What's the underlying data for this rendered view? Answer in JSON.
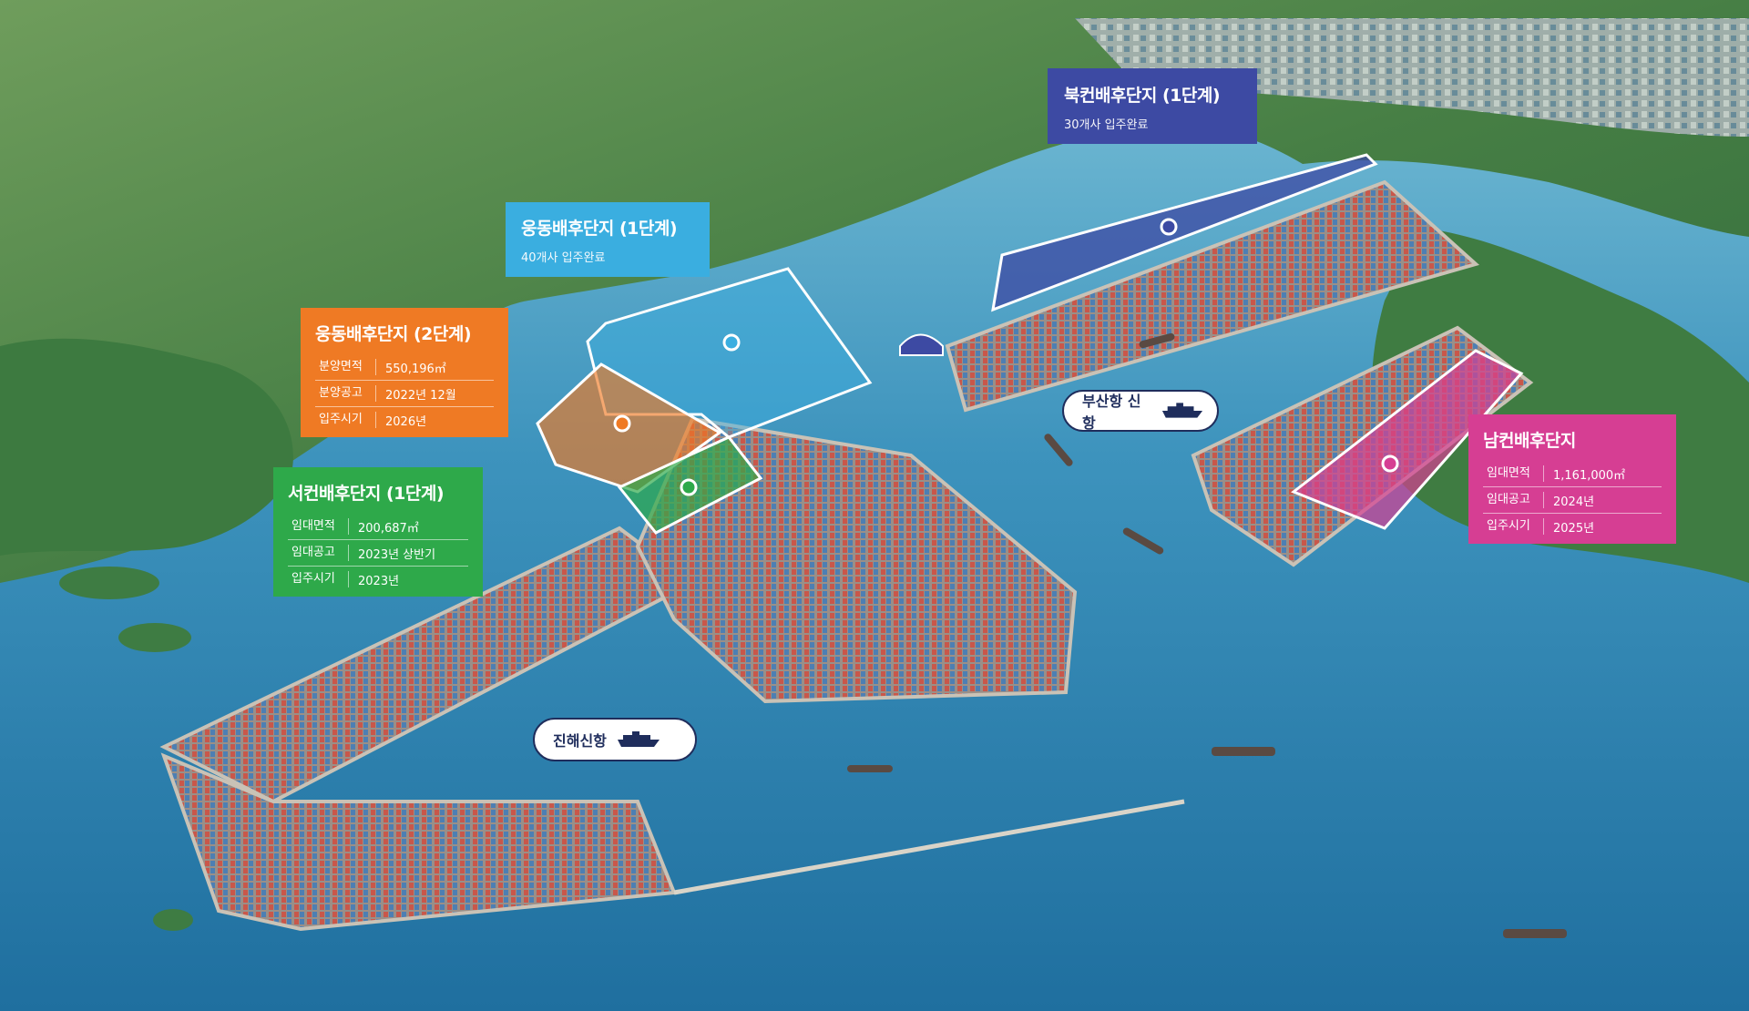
{
  "colors": {
    "sea": "#2f86b5",
    "land": "#4f8a4a",
    "blue_zone": "#3d4aa3",
    "skyblue_zone": "#3aaee0",
    "orange_zone": "#ef7a24",
    "green_zone": "#2ea94a",
    "pink_zone": "#d63e93",
    "pill_border": "#1f2d5c"
  },
  "zones": {
    "north": {
      "title": "북컨배후단지 (1단계)",
      "subtitle": "30개사 입주완료",
      "color": "#3d4aa3"
    },
    "woongdong1": {
      "title": "웅동배후단지 (1단계)",
      "subtitle": "40개사 입주완료",
      "color": "#3aaee0"
    },
    "woongdong2": {
      "title": "웅동배후단지 (2단계)",
      "color": "#ef7a24",
      "rows": [
        {
          "label": "분양면적",
          "value": "550,196㎡"
        },
        {
          "label": "분양공고",
          "value": "2022년 12월"
        },
        {
          "label": "입주시기",
          "value": "2026년"
        }
      ]
    },
    "west": {
      "title": "서컨배후단지 (1단계)",
      "color": "#2ea94a",
      "rows": [
        {
          "label": "임대면적",
          "value": "200,687㎡"
        },
        {
          "label": "임대공고",
          "value": "2023년 상반기"
        },
        {
          "label": "입주시기",
          "value": "2023년"
        }
      ]
    },
    "south": {
      "title": "남컨배후단지",
      "color": "#d63e93",
      "rows": [
        {
          "label": "임대면적",
          "value": "1,161,000㎡"
        },
        {
          "label": "임대공고",
          "value": "2024년"
        },
        {
          "label": "입주시기",
          "value": "2025년"
        }
      ]
    }
  },
  "ports": {
    "busan_new_port": {
      "label": "부산항 신항",
      "icon": "ship-icon"
    },
    "jinhae_new_port": {
      "label": "진해신항",
      "icon": "ship-icon"
    }
  }
}
